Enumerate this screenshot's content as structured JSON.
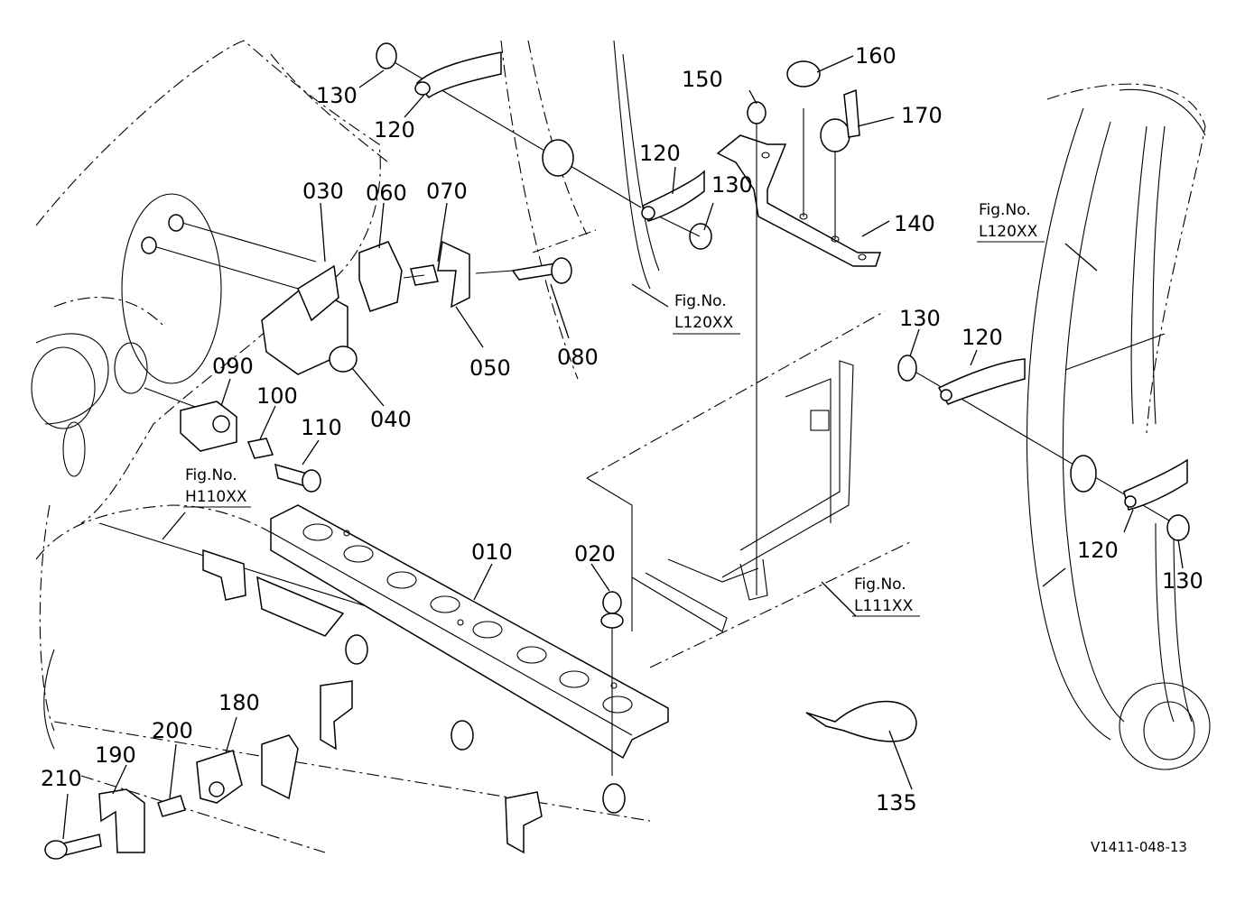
{
  "diagram_code": "V1411-048-13",
  "part_labels": [
    "130",
    "120",
    "120",
    "130",
    "150",
    "160",
    "170",
    "140",
    "030",
    "060",
    "070",
    "080",
    "050",
    "040",
    "090",
    "100",
    "110",
    "010",
    "020",
    "130",
    "120",
    "120",
    "130",
    "135",
    "180",
    "190",
    "200",
    "210"
  ],
  "figure_refs": [
    {
      "prefix": "Fig.No.",
      "ref": "L120XX"
    },
    {
      "prefix": "Fig.No.",
      "ref": "L120XX"
    },
    {
      "prefix": "Fig.No.",
      "ref": "H110XX"
    },
    {
      "prefix": "Fig.No.",
      "ref": "L111XX"
    }
  ],
  "stroke_color": "#000000",
  "background_color": "#ffffff"
}
